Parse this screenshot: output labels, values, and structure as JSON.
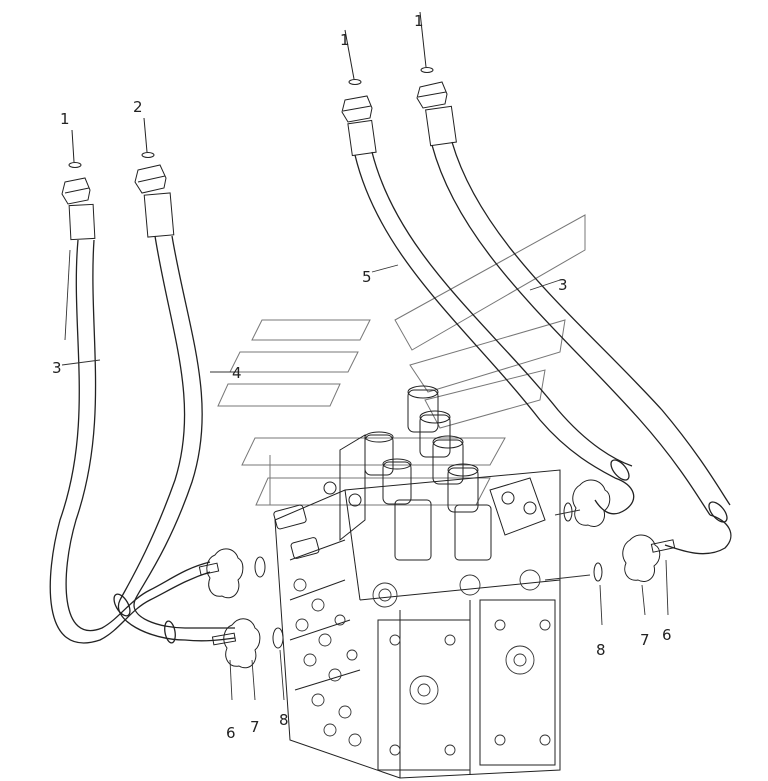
{
  "labels": {
    "l1a": "1",
    "l2": "2",
    "l1b": "1",
    "l1c": "1",
    "l3a": "3",
    "l4": "4",
    "l5": "5",
    "l3b": "3",
    "l6a": "6",
    "l7a": "7",
    "l8a": "8",
    "l8b": "8",
    "l7b": "7",
    "l6b": "6"
  },
  "colors": {
    "line": "#222222",
    "watermark": "#777777",
    "background": "#ffffff"
  }
}
